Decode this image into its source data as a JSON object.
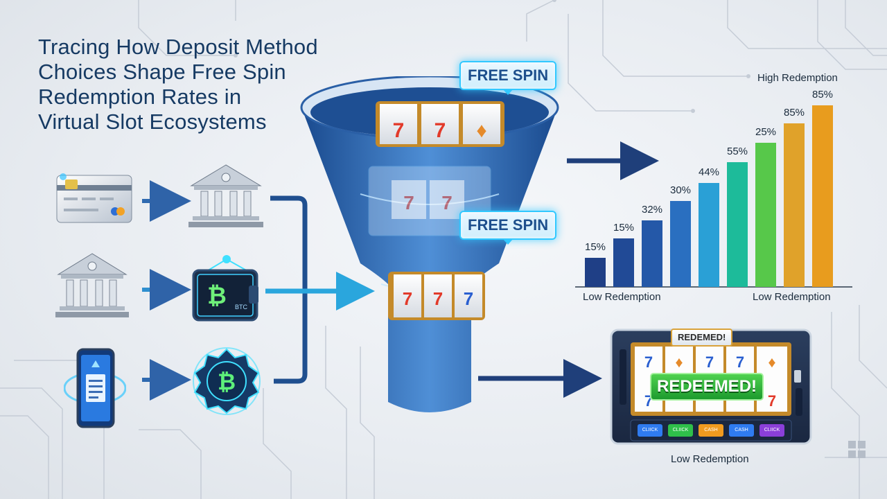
{
  "title_lines": [
    "Tracing How Deposit Method",
    "Choices Shape Free Spin",
    "Redemption Rates in",
    "Virtual Slot Ecosystems"
  ],
  "funnel": {
    "tag_top": "FREE SPIN",
    "tag_mid": "FREE SPIN"
  },
  "deposit_methods": {
    "row1": [
      "credit-card",
      "bank"
    ],
    "row2": [
      "bank",
      "crypto-wallet"
    ],
    "row3": [
      "mobile-payment",
      "bitcoin-token"
    ],
    "wallet_text": "BTC"
  },
  "chart_data": {
    "type": "bar",
    "values_labels": [
      "15%",
      "15%",
      "32%",
      "30%",
      "44%",
      "55%",
      "25%",
      "85%",
      "85%"
    ],
    "values": [
      15,
      15,
      32,
      30,
      44,
      55,
      25,
      85,
      85
    ],
    "bar_colors": [
      "#1f3f86",
      "#214a96",
      "#2458a8",
      "#2a6fc0",
      "#2aa0d6",
      "#1dbb9a",
      "#57c84a",
      "#e0a22a",
      "#e89c1e"
    ],
    "title": "High Redemption",
    "left_label": "Low Redemption",
    "right_label": "Low Redemption"
  },
  "slot_machine": {
    "banner_top": "REDEMED!",
    "banner_main": "REDEEMED!",
    "caption": "Low Redemption",
    "buttons": [
      {
        "label": "CLIICK",
        "color": "#2f7bf0"
      },
      {
        "label": "CLIICK",
        "color": "#2fbf4a"
      },
      {
        "label": "CASH",
        "color": "#f09a1f"
      },
      {
        "label": "CASH",
        "color": "#2f7bf0"
      },
      {
        "label": "CLIICK",
        "color": "#8a3fd8"
      }
    ]
  }
}
